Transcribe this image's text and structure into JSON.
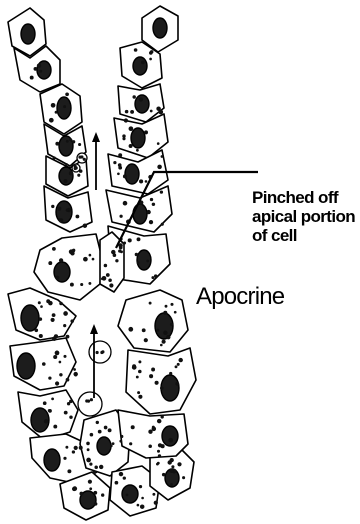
{
  "labels": {
    "callout_line1": "Pinched off",
    "callout_line2": "apical portion",
    "callout_line3": "of cell",
    "gland_type": "Apocrine"
  },
  "colors": {
    "ink": "#000000",
    "paper": "#ffffff",
    "nucleus": "#1c1c1c"
  }
}
